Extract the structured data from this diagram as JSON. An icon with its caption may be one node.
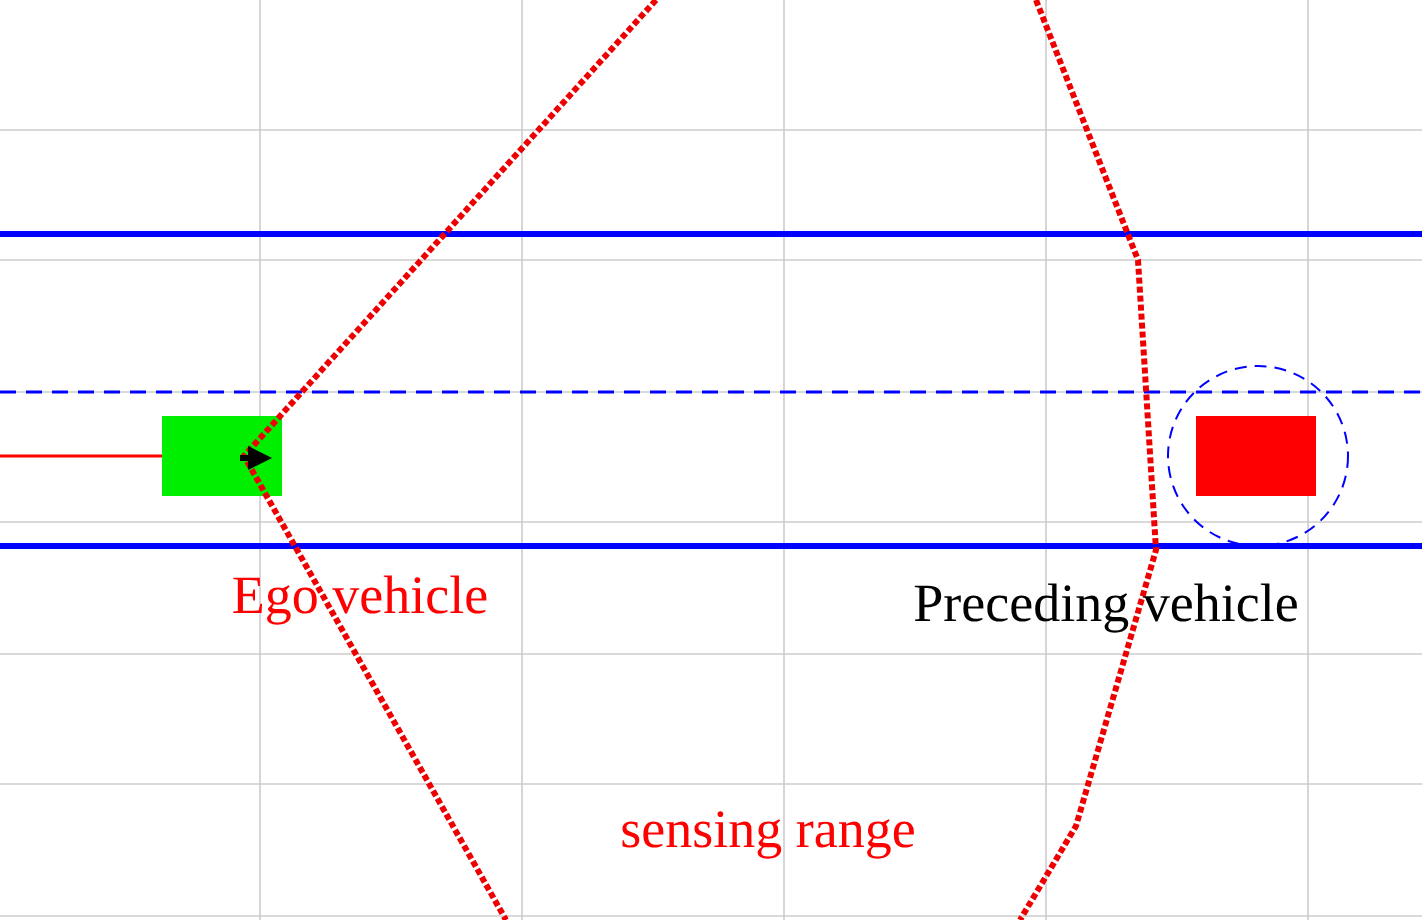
{
  "diagram": {
    "labels": [
      "Ego vehicle",
      "Preceding vehicle",
      "sensing range"
    ]
  }
}
